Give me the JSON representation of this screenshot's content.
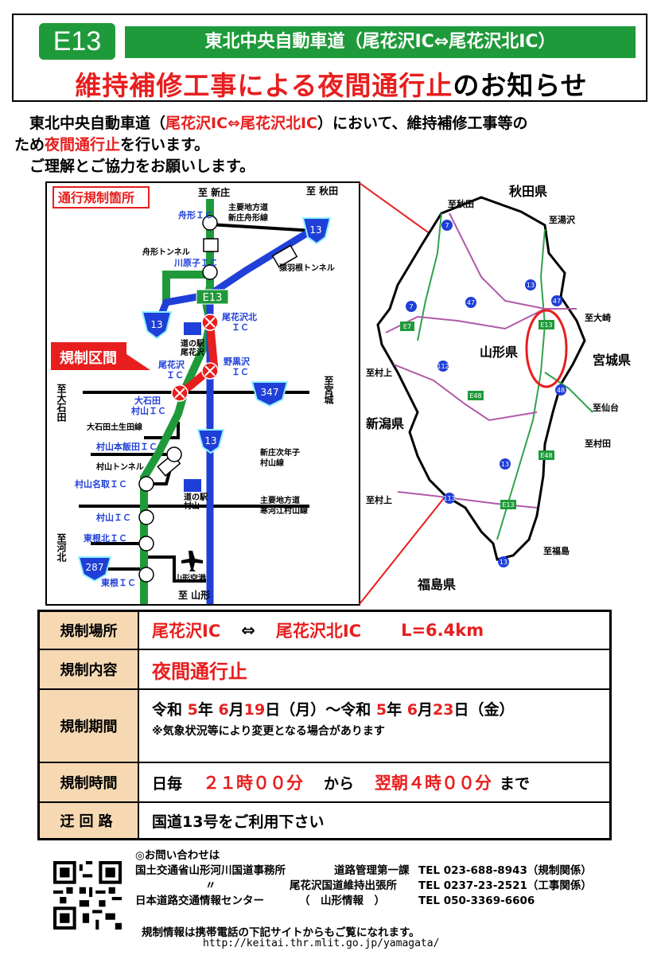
{
  "header": {
    "badge": "E13",
    "highway": "東北中央自動車道（尾花沢IC⇔尾花沢北IC）",
    "title_red": "維持補修工事による夜間通行止",
    "title_black": "のお知らせ"
  },
  "intro": {
    "p1_a": "東北中央自動車道（",
    "p1_red1": "尾花沢IC⇔尾花沢北IC",
    "p1_b": "）において、維持補修工事等の",
    "p2_a": "ため",
    "p2_red": "夜間通行止",
    "p2_b": "を行います。",
    "p3": "ご理解とご協力をお願いします。"
  },
  "leftmap": {
    "legend": "通行規制箇所",
    "zone_label": "規制区間",
    "to_shinjo": "至 新庄",
    "to_akita": "至 秋田",
    "to_yamagata": "至 山形",
    "to_miyagi": "至宮城",
    "to_oishida": "至大石田",
    "to_kahoku": "至河北",
    "funagata_ic": "舟形ＩＣ",
    "funagata_tunnel": "舟形トンネル",
    "pref_road_1": "主要地方道",
    "pref_road_1b": "新庄舟形線",
    "sarubane_tunnel": "猿羽根トンネル",
    "kawarago_ic": "川原子ＩＣ",
    "e13": "E13",
    "obanazawa_kita_ic": "尾花沢北",
    "obanazawa_kita_ic2": "ＩＣ",
    "michinoeki_1": "道の駅",
    "michinoeki_1b": "尾花沢",
    "noguro_ic": "野黒沢",
    "noguro_ic2": "ＩＣ",
    "obanazawa_ic": "尾花沢",
    "obanazawa_ic2": "ＩＣ",
    "r13": "13",
    "r347": "347",
    "r287": "287",
    "oishida_ic": "大石田",
    "oishida_ic2": "村山ＩＣ",
    "oishida_line": "大石田土生田線",
    "murayama_iida_ic": "村山本飯田ＩＣ",
    "murayama_tunnel": "村山トンネル",
    "shinjo_line": "新庄次年子",
    "shinjo_line2": "村山線",
    "murayama_natori_ic": "村山名取ＩＣ",
    "michinoeki_2": "道の駅",
    "michinoeki_2b": "村山",
    "pref_road_2": "主要地方道",
    "pref_road_2b": "寒河江村山線",
    "murayama_ic": "村山ＩＣ",
    "higashine_kita_ic": "東根北ＩＣ",
    "higashine_ic": "東根ＩＣ",
    "airport": "山形空港"
  },
  "rightmap": {
    "akita": "秋田県",
    "miyagi": "宮城県",
    "niigata": "新潟県",
    "fukushima": "福島県",
    "yamagata": "山形県",
    "to_akita": "至秋田",
    "to_yuzawa": "至湯沢",
    "to_osaki": "至大崎",
    "to_sendai": "至仙台",
    "to_murata": "至村田",
    "to_fukushima": "至福島",
    "to_murakami1": "至村上",
    "to_murakami2": "至村上",
    "e13": "E13",
    "e13b": "E13",
    "e7": "E7",
    "e48": "E48",
    "e48b": "E48",
    "r7a": "7",
    "r7b": "7",
    "r13a": "13",
    "r13b": "13",
    "r13c": "13",
    "r47a": "47",
    "r47b": "47",
    "r48": "48",
    "r112": "112",
    "r113": "113"
  },
  "table": {
    "loc_label": "規制場所",
    "loc_from": "尾花沢IC",
    "loc_arrow": "⇔",
    "loc_to": "尾花沢北IC",
    "loc_len": "L=6.4km",
    "content_label": "規制内容",
    "content_val": "夜間通行止",
    "period_label": "規制期間",
    "period_a": "令和",
    "period_y1": "5",
    "period_b": "年",
    "period_m1": "6",
    "period_c": "月",
    "period_d1": "19",
    "period_e": "日（月）～令和",
    "period_y2": "5",
    "period_f": "年",
    "period_m2": "6",
    "period_g": "月",
    "period_d2": "23",
    "period_h": "日（金）",
    "period_note": "※気象状況等により変更となる場合があります",
    "time_label": "規制時間",
    "time_a": "日毎",
    "time_from": "２１時００分",
    "time_b": "から",
    "time_to": "翌朝４時００分",
    "time_c": "まで",
    "detour_label": "迂回路",
    "detour_val": "国道13号をご利用下さい"
  },
  "contact": {
    "heading": "◎お問い合わせは",
    "l1_org": "国土交通省山形河川国道事務所",
    "l1_dept": "道路管理第一課",
    "l1_tel": "TEL 023-688-8943（規制関係）",
    "l2_ditto": "〃",
    "l2_dept": "尾花沢国道維持出張所",
    "l2_tel": "TEL 0237-23-2521（工事関係）",
    "l3_org": "日本道路交通情報センター",
    "l3_dept": "（　山形情報　）",
    "l3_tel": "TEL 050-3369-6606",
    "footnote": "規制情報は携帯電話の下記サイトからもご覧になれます。",
    "url": "http://keitai.thr.mlit.go.jp/yamagata/"
  },
  "colors": {
    "green": "#1f9a3a",
    "red": "#e81e1e",
    "blue": "#1f3fd8",
    "label_bg": "#f6d9b2"
  }
}
